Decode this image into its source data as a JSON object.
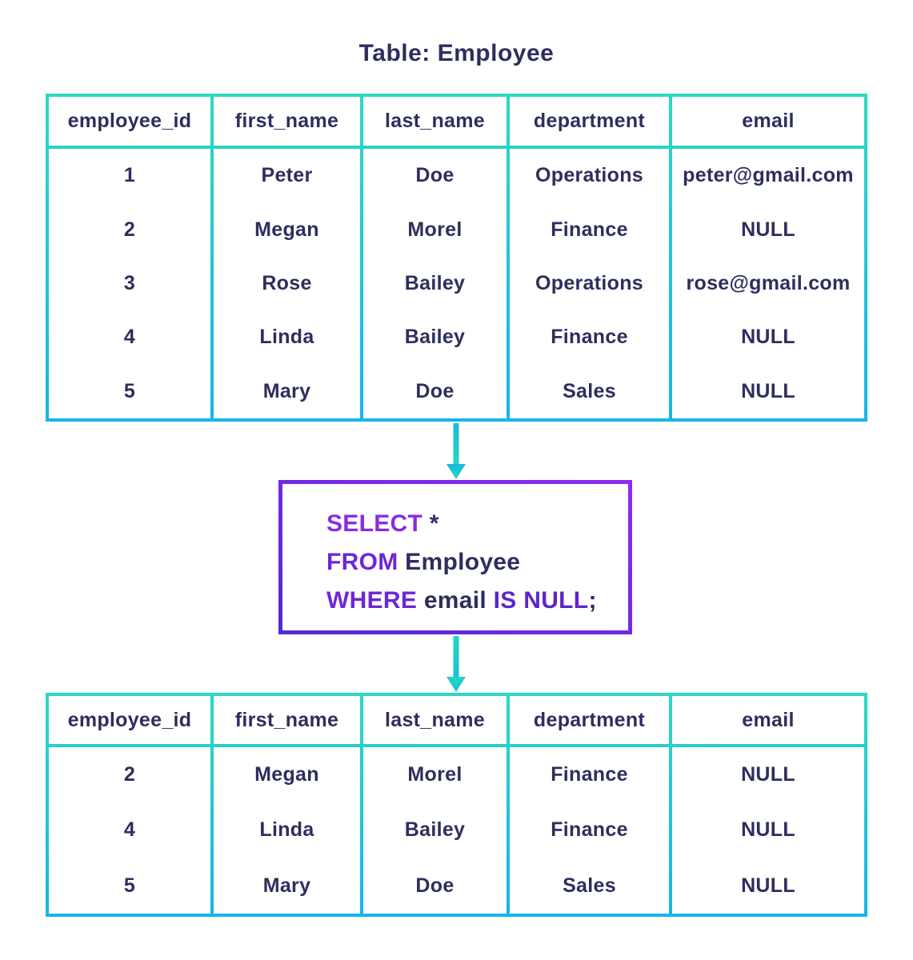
{
  "title": "Table: Employee",
  "colors": {
    "navy": "#2d2e5e",
    "table-line-top": "#2bd9c3",
    "table-line-bottom": "#14b6e8",
    "box-border-start": "#5429cf",
    "box-border-end": "#8e2bf2",
    "arrow1-top": "#18b9e2",
    "arrow1-bottom": "#25d8c3",
    "arrow2-top": "#27d5c3",
    "arrow2-bottom": "#12c1e0",
    "keyword-bright": "#8a2be2",
    "keyword-mid": "#6e26d9",
    "keyword-deep": "#5c25c8"
  },
  "source_table": {
    "headers": [
      "employee_id",
      "first_name",
      "last_name",
      "department",
      "email"
    ],
    "rows": [
      [
        "1",
        "Peter",
        "Doe",
        "Operations",
        "peter@gmail.com"
      ],
      [
        "2",
        "Megan",
        "Morel",
        "Finance",
        "NULL"
      ],
      [
        "3",
        "Rose",
        "Bailey",
        "Operations",
        "rose@gmail.com"
      ],
      [
        "4",
        "Linda",
        "Bailey",
        "Finance",
        "NULL"
      ],
      [
        "5",
        "Mary",
        "Doe",
        "Sales",
        "NULL"
      ]
    ]
  },
  "sql_query": {
    "text": "SELECT * FROM Employee WHERE email IS NULL;",
    "lines": [
      {
        "tokens": [
          {
            "text": "SELECT ",
            "color": "#8a2be2"
          },
          {
            "text": "*",
            "color": "#33306b"
          }
        ]
      },
      {
        "tokens": [
          {
            "text": "FROM ",
            "color": "#6e26d9"
          },
          {
            "text": "Employee",
            "color": "#2d2e5e"
          }
        ]
      },
      {
        "tokens": [
          {
            "text": "WHERE ",
            "color": "#6e26d9"
          },
          {
            "text": "email ",
            "color": "#2d2e5e"
          },
          {
            "text": "IS NULL",
            "color": "#5c25c8"
          },
          {
            "text": ";",
            "color": "#2d2e5e"
          }
        ]
      }
    ]
  },
  "result_table": {
    "headers": [
      "employee_id",
      "first_name",
      "last_name",
      "department",
      "email"
    ],
    "rows": [
      [
        "2",
        "Megan",
        "Morel",
        "Finance",
        "NULL"
      ],
      [
        "4",
        "Linda",
        "Bailey",
        "Finance",
        "NULL"
      ],
      [
        "5",
        "Mary",
        "Doe",
        "Sales",
        "NULL"
      ]
    ]
  }
}
